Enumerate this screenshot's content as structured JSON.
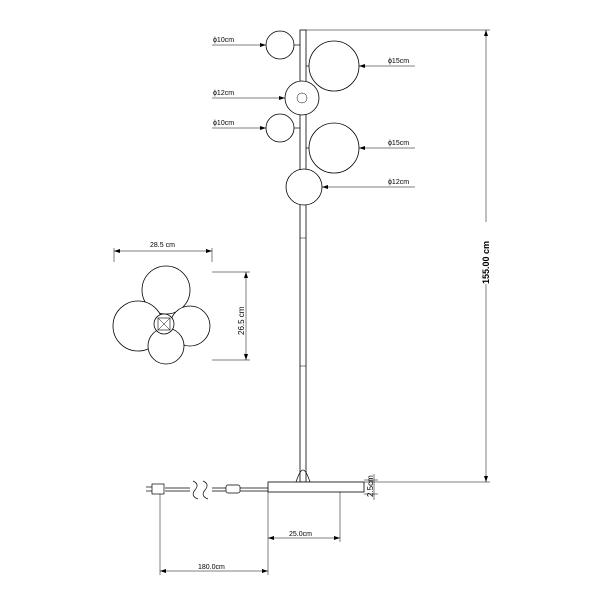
{
  "globes": [
    {
      "label": "ϕ10cm",
      "diameter_cm": 10
    },
    {
      "label": "ϕ15cm",
      "diameter_cm": 15
    },
    {
      "label": "ϕ12cm",
      "diameter_cm": 12
    },
    {
      "label": "ϕ10cm",
      "diameter_cm": 10
    },
    {
      "label": "ϕ15cm",
      "diameter_cm": 15
    },
    {
      "label": "ϕ12cm",
      "diameter_cm": 12
    }
  ],
  "dimensions": {
    "height": "155.00 cm",
    "top_width": "28.5 cm",
    "top_depth": "26.5 cm",
    "base_thickness": "2.5cm",
    "base_radius": "25.0cm",
    "cable_length": "180.0cm"
  }
}
